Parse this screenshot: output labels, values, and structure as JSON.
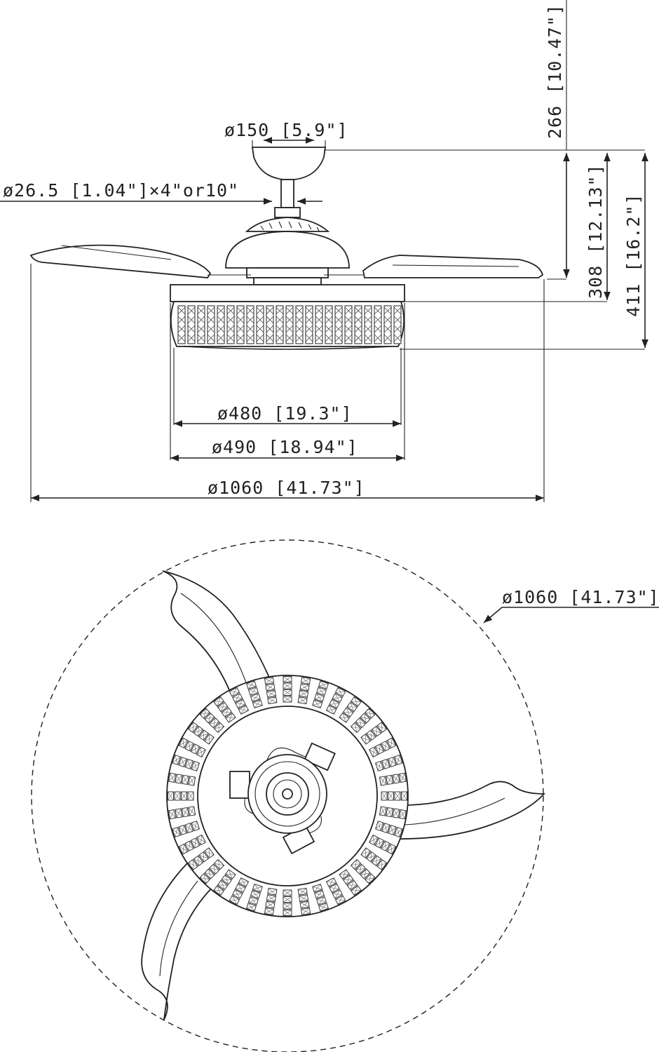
{
  "labels": {
    "canopy_diameter": "ø150 [5.9\"]",
    "downrod": "ø26.5 [1.04\"]×4\"or10\"",
    "drop_266": "266 [10.47\"]",
    "height_308": "308 [12.13\"]",
    "height_411": "411 [16.2\"]",
    "shade_480": "ø480 [19.3\"]",
    "shade_490": "ø490 [18.94\"]",
    "span_side": "ø1060 [41.73\"]",
    "span_top": "ø1060 [41.73\"]"
  },
  "icons": {
    "arrow": "arrowhead",
    "crystal": "crystal-bead"
  }
}
